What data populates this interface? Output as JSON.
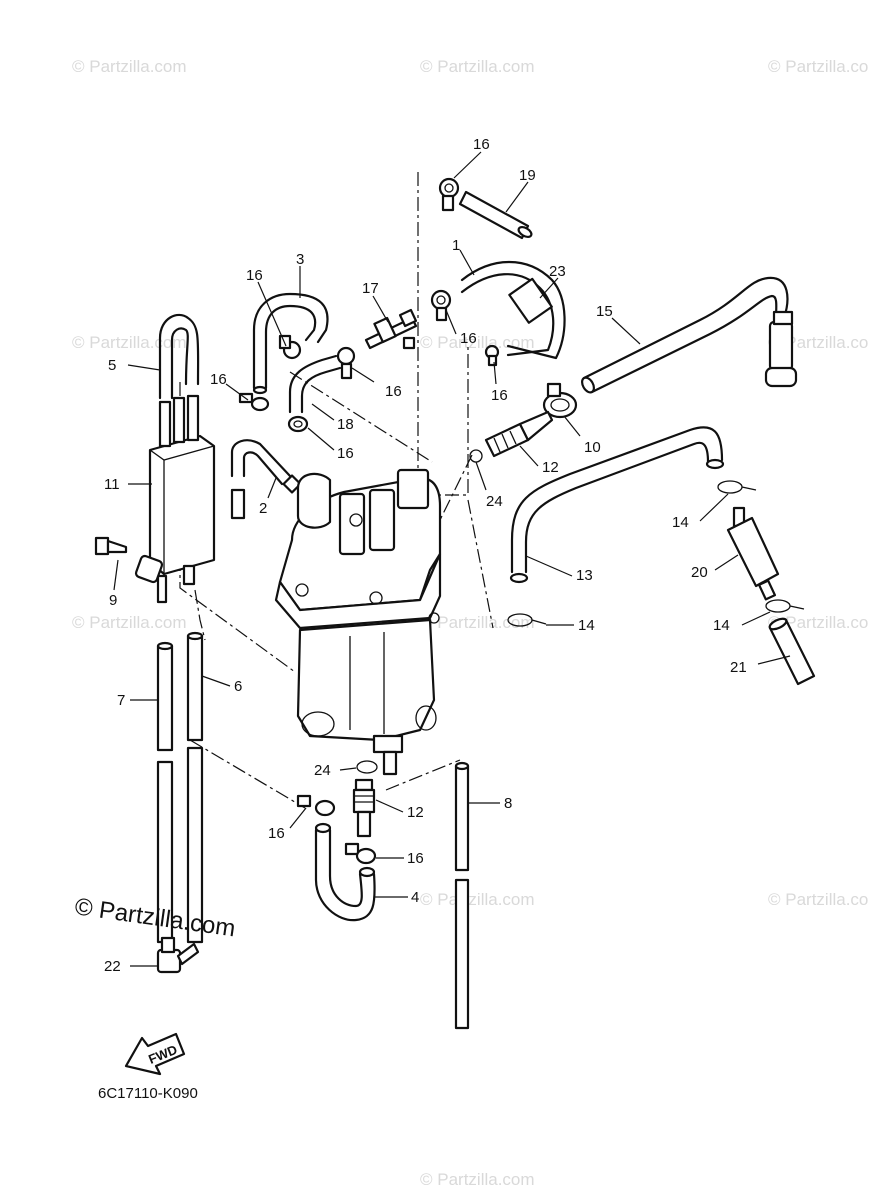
{
  "watermarks": [
    "© Partzilla.com",
    "© Partzilla.com",
    "© Partzilla.com",
    "© Partzilla.com",
    "© Partzilla.com",
    "© Partzilla.com",
    "© Partzilla.com",
    "© Partzilla.com",
    "© Partzilla.com",
    "© Partzilla.com",
    "© Partzilla.com",
    "© Partzilla.com"
  ],
  "copyright": "© Partzilla.com",
  "diagram_code": "6C17110-K090",
  "fwd_label": "FWD",
  "callouts": [
    {
      "id": "c16a",
      "text": "16"
    },
    {
      "id": "c19",
      "text": "19"
    },
    {
      "id": "c1",
      "text": "1"
    },
    {
      "id": "c23",
      "text": "23"
    },
    {
      "id": "c3",
      "text": "3"
    },
    {
      "id": "c16b",
      "text": "16"
    },
    {
      "id": "c17",
      "text": "17"
    },
    {
      "id": "c15",
      "text": "15"
    },
    {
      "id": "c5",
      "text": "5"
    },
    {
      "id": "c16c",
      "text": "16"
    },
    {
      "id": "c16d",
      "text": "16"
    },
    {
      "id": "c16e",
      "text": "16"
    },
    {
      "id": "c16f",
      "text": "16"
    },
    {
      "id": "c18",
      "text": "18"
    },
    {
      "id": "c16g",
      "text": "16"
    },
    {
      "id": "c10",
      "text": "10"
    },
    {
      "id": "c11",
      "text": "11"
    },
    {
      "id": "c2",
      "text": "2"
    },
    {
      "id": "c12a",
      "text": "12"
    },
    {
      "id": "c24a",
      "text": "24"
    },
    {
      "id": "c14a",
      "text": "14"
    },
    {
      "id": "c9",
      "text": "9"
    },
    {
      "id": "c13",
      "text": "13"
    },
    {
      "id": "c20",
      "text": "20"
    },
    {
      "id": "c14b",
      "text": "14"
    },
    {
      "id": "c14c",
      "text": "14"
    },
    {
      "id": "c6",
      "text": "6"
    },
    {
      "id": "c21",
      "text": "21"
    },
    {
      "id": "c7",
      "text": "7"
    },
    {
      "id": "c24b",
      "text": "24"
    },
    {
      "id": "c8",
      "text": "8"
    },
    {
      "id": "c12b",
      "text": "12"
    },
    {
      "id": "c16h",
      "text": "16"
    },
    {
      "id": "c16i",
      "text": "16"
    },
    {
      "id": "c4",
      "text": "4"
    },
    {
      "id": "c22",
      "text": "22"
    }
  ]
}
